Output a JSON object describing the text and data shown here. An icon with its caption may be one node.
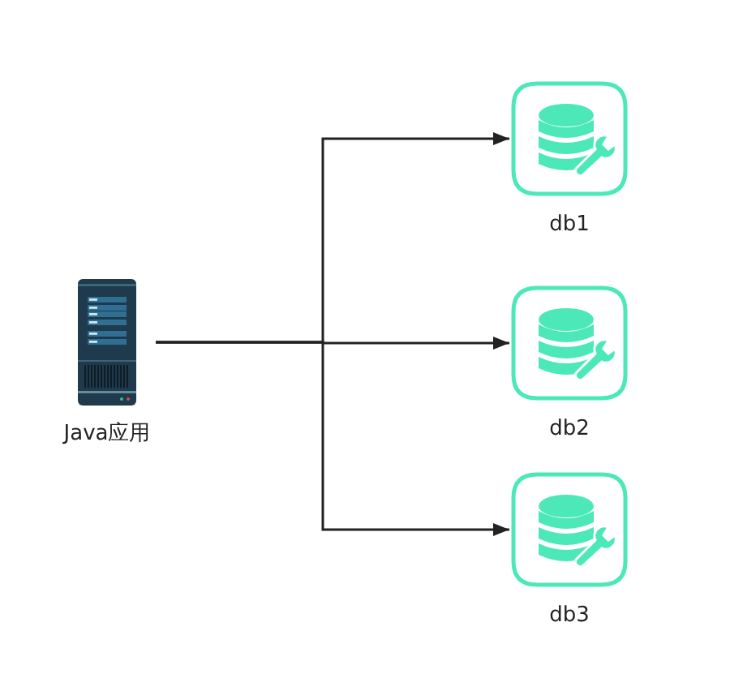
{
  "diagram": {
    "nodes": [
      {
        "text": [
          "Java应用"
        ]
      },
      {
        "text": [
          "db1"
        ]
      },
      {
        "text": [
          "db2"
        ]
      },
      {
        "text": [
          "db3"
        ]
      }
    ],
    "edges": [
      {
        "from": 0,
        "to": 1,
        "arrow": "to"
      },
      {
        "from": 0,
        "to": 2,
        "arrow": "to"
      },
      {
        "from": 0,
        "to": 3,
        "arrow": "to"
      }
    ]
  }
}
